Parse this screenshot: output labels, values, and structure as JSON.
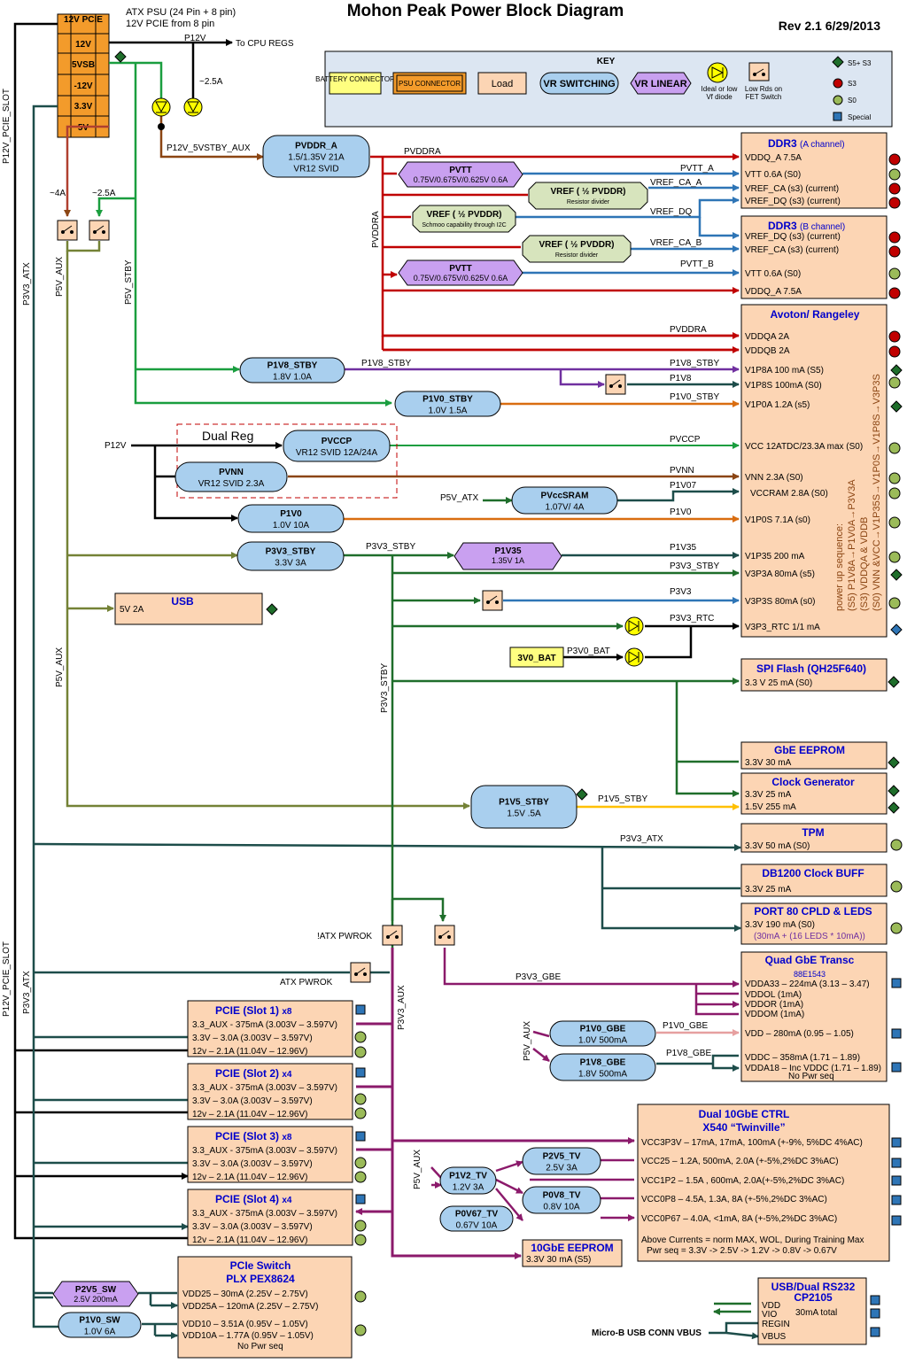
{
  "title": "Mohon Peak Power Block Diagram",
  "rev": "Rev 2.1   6/29/2013",
  "psu_note": [
    "ATX PSU (24 Pin + 8 pin)",
    "12V PCIE from 8 pin"
  ],
  "psu_connector": [
    "12V PCIE",
    "12V",
    "5VSB",
    "-12V",
    "3.3V",
    "5V"
  ],
  "key": {
    "title": "KEY",
    "battery": "BATTERY CONNECTOR",
    "psu": "PSU CONNECTOR",
    "load": "Load",
    "vr_switching": "VR SWITCHING",
    "vr_linear": "VR LINEAR",
    "diode": [
      "Ideal or low",
      "Vf diode"
    ],
    "fet": [
      "Low Rds on",
      "FET Switch"
    ],
    "legend": [
      "S5+ S3",
      "S3",
      "S0",
      "Special"
    ]
  },
  "colors": {
    "red": "#c00000",
    "orange": "#d96d10",
    "brown": "#8b4513",
    "green": "#1a9e3f",
    "dkgreen": "#1f6e2b",
    "olive": "#748236",
    "purple": "#7030a0",
    "magenta": "#8b1a6b",
    "blue": "#2e75b6",
    "teal": "#1d4d4a",
    "black": "#000000",
    "yellow": "#ffc000",
    "vr_fill": "#a9cfee",
    "lin_fill": "#c9a0f0",
    "load_fill": "#fcd5b4",
    "ref_fill": "#d7e4bd",
    "psu_fill": "#f39b2b",
    "bat_fill": "#ffff80",
    "s5": "#1f6e2b",
    "s3": "#c00000",
    "s0": "#9bbb59",
    "special": "#2e75b6",
    "title_blue": "#0000cc"
  },
  "rails": {
    "p12v": "P12V",
    "to_cpu": "To CPU REGS",
    "a25": "~2.5A",
    "a4": "~4A",
    "a25b": "~2.5A",
    "p12v_5vstby_aux": "P12V_5VSTBY_AUX",
    "p12v_pcie_slot": "P12V_PCIE_SLOT",
    "p3v3_atx": "P3V3_ATX",
    "p5v_aux": "P5V_AUX",
    "p5v_stby": "P5V_STBY",
    "pvddra": "PVDDRA",
    "pvtt_a": "PVTT_A",
    "pvtt_b": "PVTT_B",
    "vref_ca_a": "VREF_CA_A",
    "vref_ca_b": "VREF_CA_B",
    "vref_dq": "VREF_DQ",
    "p1v8_stby": "P1V8_STBY",
    "p1v8": "P1V8",
    "p1v0_stby": "P1V0_STBY",
    "p12v_b": "P12V",
    "pvccp": "PVCCP",
    "pvnn": "PVNN",
    "p1v07": "P1V07",
    "p5v_atx": "P5V_ATX",
    "p1v0": "P1V0",
    "p3v3_stby": "P3V3_STBY",
    "p1v35": "P1V35",
    "p3v3": "P3V3",
    "p3v3_rtc": "P3V3_RTC",
    "p3v0_bat": "P3V0_BAT",
    "p1v5_stby": "P1V5_STBY",
    "p3v3_atx_r": "P3V3_ATX",
    "atx_pwrok_n": "!ATX PWROK",
    "atx_pwrok": "ATX PWROK",
    "p3v3_gbe": "P3V3_GBE",
    "p3v3_aux": "P3V3_AUX",
    "p1v0_gbe": "P1V0_GBE",
    "p1v8_gbe": "P1V8_GBE",
    "micro_b": "Micro-B USB CONN VBUS"
  },
  "dual_reg": "Dual Reg",
  "vr": {
    "pvddr_a": [
      "PVDDR_A",
      "1.5/1.35V  21A",
      "VR12 SVID"
    ],
    "p1v8_stby": [
      "P1V8_STBY",
      "1.8V  1.0A"
    ],
    "p1v0_stby": [
      "P1V0_STBY",
      "1.0V  1.5A"
    ],
    "pvccp": [
      "PVCCP",
      "VR12 SVID 12A/24A"
    ],
    "pvnn": [
      "PVNN",
      "VR12 SVID 2.3A"
    ],
    "pvccsram": [
      "PVccSRAM",
      "1.07V/ 4A"
    ],
    "p1v0": [
      "P1V0",
      "1.0V  10A"
    ],
    "p3v3_stby": [
      "P3V3_STBY",
      "3.3V  3A"
    ],
    "p1v5_stby": [
      "P1V5_STBY",
      "1.5V  .5A"
    ],
    "p1v0_gbe": [
      "P1V0_GBE",
      "1.0V  500mA"
    ],
    "p1v8_gbe": [
      "P1V8_GBE",
      "1.8V  500mA"
    ],
    "p2v5_tv": [
      "P2V5_TV",
      "2.5V  3A"
    ],
    "p1v2_tv": [
      "P1V2_TV",
      "1.2V  3A"
    ],
    "p0v8_tv": [
      "P0V8_TV",
      "0.8V  10A"
    ],
    "p0v67_tv": [
      "P0V67_TV",
      "0.67V  10A"
    ],
    "p1v0_sw": [
      "P1V0_SW",
      "1.0V  6A"
    ]
  },
  "lin": {
    "pvtt_a": [
      "PVTT",
      "0.75V/0.675V/0.625V 0.6A"
    ],
    "pvtt_b": [
      "PVTT",
      "0.75V/0.675V/0.625V 0.6A"
    ],
    "p1v35": [
      "P1V35",
      "1.35V  1A"
    ],
    "p2v5_sw": [
      "P2V5_SW",
      "2.5V  200mA"
    ]
  },
  "ref": {
    "vref_a": [
      "VREF ( ½ PVDDR)",
      "Resistor divider"
    ],
    "vref_dq": [
      "VREF ( ½ PVDDR)",
      "Schmoo capability through I2C"
    ],
    "vref_b": [
      "VREF ( ½ PVDDR)",
      "Resistor divider"
    ]
  },
  "battery": "3V0_BAT",
  "loads": {
    "ddr3a": {
      "title": "DDR3",
      "sub": "(A channel)",
      "lines": [
        "VDDQ_A  7.5A",
        "VTT  0.6A (S0)",
        "VREF_CA  (s3) (current)",
        "VREF_DQ  (s3) (current)"
      ]
    },
    "ddr3b": {
      "title": "DDR3",
      "sub": "(B channel)",
      "lines": [
        "VREF_DQ  (s3) (current)",
        "VREF_CA  (s3) (current)",
        "VTT  0.6A (S0)",
        "VDDQ_A  7.5A"
      ]
    },
    "avoton": {
      "title": "Avoton/ Rangeley",
      "lines": [
        "VDDQA 2A",
        "VDDQB 2A",
        "V1P8A  100 mA  (S5)",
        "V1P8S  100mA (S0)",
        "V1P0A   1.2A  (s5)",
        "VCC  12ATDC/23.3A max (S0)",
        "VNN  2.3A (S0)",
        "VCCRAM 2.8A (S0)",
        "V1P0S  7.1A  (s0)",
        "V1P35  200 mA",
        "V3P3A 80mA (s5)",
        "V3P3S  80mA  (s0)",
        "V3P3_RTC 1/1 mA"
      ],
      "seq": [
        "power up sequence:",
        "(S5) P1V8A→P1V0A→P3V3A",
        "(S3) VDDQA & VDDB",
        "(S0) VNN &VCC→V1P35S→V1P0S→V1P8S→V3P3S"
      ]
    },
    "usb": {
      "title": "USB",
      "line": "5V  2A"
    },
    "spi": {
      "title": "SPI Flash  (QH25F640)",
      "line": "3.3 V  25 mA  (S0)"
    },
    "gbe_eeprom": {
      "title": "GbE EEPROM",
      "line": "3.3V  30 mA"
    },
    "clock_gen": {
      "title": "Clock Generator",
      "lines": [
        "3.3V  25 mA",
        "1.5V  255 mA"
      ]
    },
    "tpm": {
      "title": "TPM",
      "line": "3.3V  50 mA  (S0)"
    },
    "db1200": {
      "title": "DB1200 Clock BUFF",
      "line": "3.3V  25 mA"
    },
    "port80": {
      "title": "PORT 80 CPLD & LEDS",
      "lines": [
        "3.3V  190 mA   (S0)",
        "(30mA + (16 LEDS * 10mA))"
      ]
    },
    "quad_gbe": {
      "title": "Quad GbE Transc",
      "sub": "88E1543",
      "lines": [
        "VDDA33 – 224mA (3.13 – 3.47)",
        "VDDOL (1mA)",
        "VDDOR (1mA)",
        "VDDOM (1mA)",
        "VDD – 280mA (0.95 – 1.05)",
        "VDDC – 358mA (1.71 – 1.89)",
        "VDDA18 – Inc VDDC (1.71 – 1.89)",
        "No Pwr seq"
      ]
    },
    "pcie1": {
      "title": "PCIE (Slot 1)",
      "width": "x8",
      "lines": [
        "3.3_AUX - 375mA  (3.003V – 3.597V)",
        "3.3V – 3.0A  (3.003V – 3.597V)",
        "12v – 2.1A (11.04V – 12.96V)"
      ]
    },
    "pcie2": {
      "title": "PCIE (Slot 2)",
      "width": "x4",
      "lines": [
        "3.3_AUX - 375mA  (3.003V – 3.597V)",
        "3.3V – 3.0A  (3.003V – 3.597V)",
        "12v – 2.1A (11.04V – 12.96V)"
      ]
    },
    "pcie3": {
      "title": "PCIE (Slot 3)",
      "width": "x8",
      "lines": [
        "3.3_AUX - 375mA  (3.003V – 3.597V)",
        "3.3V – 3.0A  (3.003V – 3.597V)",
        "12v – 2.1A (11.04V – 12.96V)"
      ]
    },
    "pcie4": {
      "title": "PCIE (Slot 4)",
      "width": "x4",
      "lines": [
        "3.3_AUX - 375mA  (3.003V – 3.597V)",
        "3.3V – 3.0A  (3.003V – 3.597V)",
        "12v – 2.1A (11.04V – 12.96V)"
      ]
    },
    "x540": {
      "title": "Dual 10GbE CTRL",
      "sub": "X540  “Twinville”",
      "lines": [
        "VCC3P3V – 17mA, 17mA, 100mA (+-9%, 5%DC 4%AC)",
        "VCC25 – 1.2A, 500mA, 2.0A (+-5%,2%DC 3%AC)",
        "VCC1P2 – 1.5A , 600mA, 2.0A(+-5%,2%DC 3%AC)",
        "VCC0P8 – 4.5A, 1.3A, 8A (+-5%,2%DC 3%AC)",
        "VCC0P67 – 4.0A, <1mA, 8A (+-5%,2%DC 3%AC)",
        "Above Currents = norm MAX, WOL, During Training Max",
        "Pwr seq = 3.3V -> 2.5V -> 1.2V -> 0.8V -> 0.67V"
      ]
    },
    "eeprom10": {
      "title": "10GbE EEPROM",
      "line": "3.3V  30 mA   (S5)"
    },
    "plx": {
      "title": "PCIe Switch",
      "sub": "PLX   PEX8624",
      "lines": [
        "VDD25 –    30mA (2.25V – 2.75V)",
        "VDD25A – 120mA (2.25V – 2.75V)",
        "VDD10 – 3.51A (0.95V – 1.05V)",
        "VDD10A – 1.77A (0.95V – 1.05V)",
        "No Pwr seq"
      ]
    },
    "cp2105": {
      "title": "USB/Dual RS232",
      "sub": "CP2105",
      "lines": [
        "VDD",
        "VIO",
        "REGIN",
        "VBUS"
      ],
      "note": "30mA total"
    }
  }
}
